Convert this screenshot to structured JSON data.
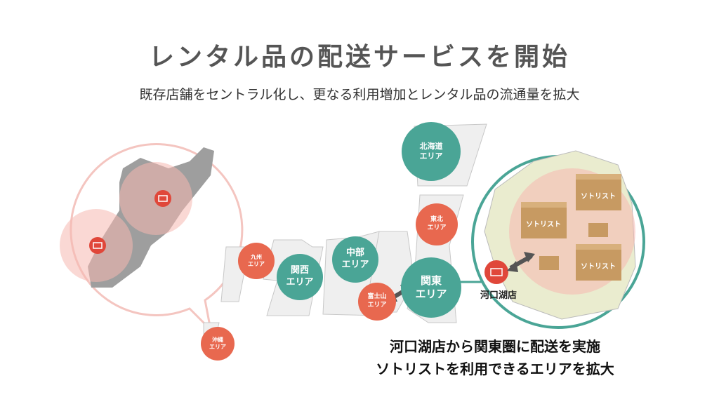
{
  "title": "レンタル品の配送サービスを開始",
  "subtitle": "既存店舗をセントラル化し、更なる利用増加とレンタル品の流通量を拡大",
  "areas": [
    {
      "name": "北海道",
      "suffix": "エリア",
      "color": "#4aa596"
    },
    {
      "name": "東北",
      "suffix": "エリア",
      "color": "#e8684f"
    },
    {
      "name": "九州",
      "suffix": "エリア",
      "color": "#e8684f"
    },
    {
      "name": "関西",
      "suffix": "エリア",
      "color": "#4aa596"
    },
    {
      "name": "中部",
      "suffix": "エリア",
      "color": "#4aa596"
    },
    {
      "name": "関東",
      "suffix": "エリア",
      "color": "#4aa596"
    },
    {
      "name": "富士山",
      "suffix": "エリア",
      "color": "#e8684f"
    },
    {
      "name": "沖縄",
      "suffix": "エリア",
      "color": "#e8684f"
    }
  ],
  "store_label": "河口湖店",
  "box_label": "ソトリスト",
  "captions": [
    "河口湖店から関東圏に配送を実施",
    "ソトリストを利用できるエリアを拡大"
  ]
}
